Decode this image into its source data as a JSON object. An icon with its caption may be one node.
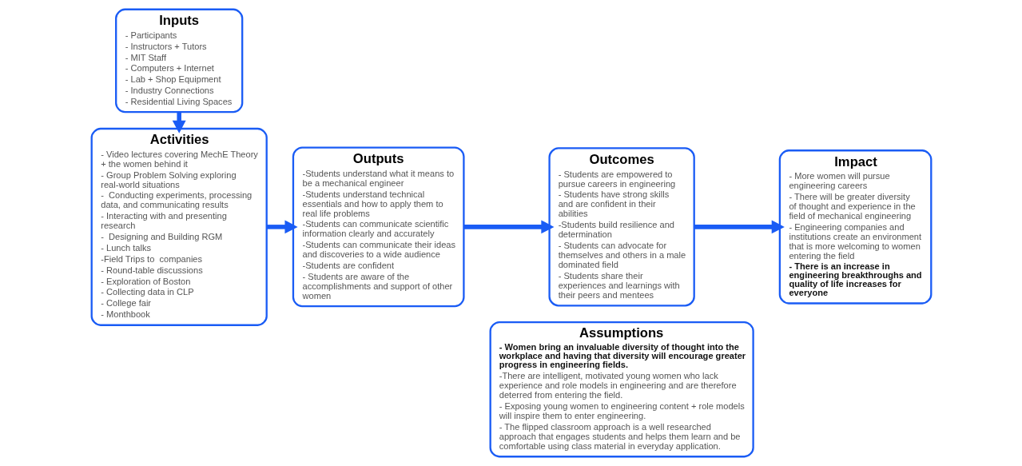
{
  "diagram": {
    "nodes": [
      {
        "text": [
          "Inputs",
          "- Participants",
          "- Instructors + Tutors",
          "- MIT Staff",
          "- Computers + Internet",
          "- Lab + Shop Equipment",
          "- Industry Connections",
          "- Residential Living Spaces"
        ]
      },
      {
        "text": [
          "Activities",
          "- Video lectures covering MechE Theory + the women behind it",
          "- Group Problem Solving exploring real-world situations",
          "-  Conducting experiments, processing data, and communicating results",
          "- Interacting with and presenting research",
          "-  Designing and Building RGM",
          "- Lunch talks",
          "-Field Trips to  companies",
          "- Round-table discussions",
          "- Exploration of Boston",
          "- Collecting data in CLP",
          "- College fair",
          "- Monthbook"
        ]
      },
      {
        "text": [
          "Outputs",
          "-Students understand what it means to be a mechanical engineer",
          "-Students understand technical essentials and how to apply them to real life problems",
          "-Students can communicate scientific information clearly and accurately",
          "-Students can communicate their ideas and discoveries to a wide audience",
          "-Students are confident",
          "- Students are aware of the accomplishments and support of other women"
        ]
      },
      {
        "text": [
          "Outcomes",
          "- Students are empowered to pursue careers in engineering",
          "- Students have strong skills and are confident in their abilities",
          "-Students build resilience and determination",
          "- Students can advocate for themselves and others in a male dominated field",
          "- Students share their experiences and learnings with their peers and mentees"
        ]
      },
      {
        "text": [
          "Impact",
          "- More women will pursue engineering careers",
          "- There will be greater diversity of thought and experience in the field of mechanical engineering",
          "- Engineering companies and institutions create an environment that is more welcoming to women entering the field",
          "**- There is an increase in engineering breakthroughs and quality of life increases for everyone**"
        ]
      },
      {
        "text": [
          "Assumptions",
          "**- Women bring an invaluable diversity of thought into the workplace and having that diversity will encourage greater progress in engineering fields.**",
          "-There are intelligent, motivated young women who lack experience and role models in engineering and are therefore deterred from entering the field.",
          "- Exposing young women to engineering content + role models will inspire them to enter engineering.",
          "- The flipped classroom approach is a well researched approach that engages students and helps them learn and be comfortable using class material in everyday application."
        ]
      }
    ],
    "edges": [
      {
        "from": 0,
        "to": 1,
        "arrow": "to"
      },
      {
        "from": 1,
        "to": 2,
        "arrow": "to"
      },
      {
        "from": 2,
        "to": 3,
        "arrow": "to"
      },
      {
        "from": 3,
        "to": 4,
        "arrow": "to"
      }
    ]
  }
}
